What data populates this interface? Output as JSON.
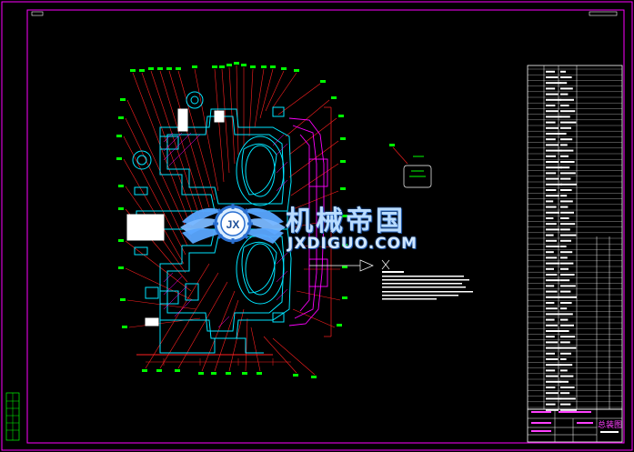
{
  "watermark": {
    "chinese": "机械帝国",
    "latin": "JXDIGUO.COM",
    "badge_letters": "JX"
  },
  "title_block": {
    "drawing_name": "总装图"
  },
  "colors": {
    "background": "#000000",
    "frame": "#ff00ff",
    "leader": "#ff2020",
    "geometry": "#00e5ff",
    "hatch": "#ff00ff",
    "label": "#00ff00",
    "text": "#ffffff",
    "watermark_blue": "#5aa6ff"
  }
}
